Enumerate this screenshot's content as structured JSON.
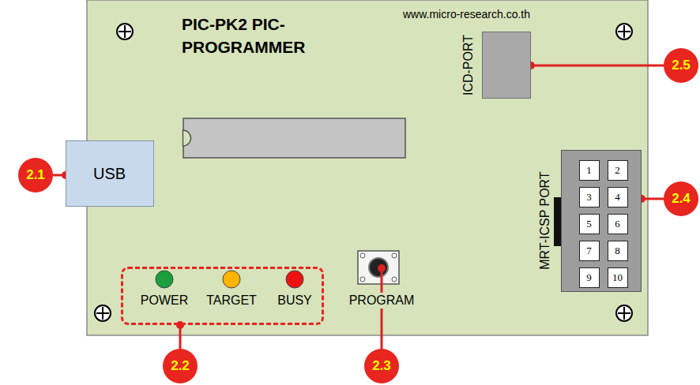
{
  "diagram": {
    "nodes": [
      {
        "text": [
          "PIC-PK2 PIC-PROGRAMMER",
          "www.micro-research.co.th"
        ]
      },
      {
        "text": [
          "ICD-PORT"
        ],
        "in": 0
      },
      {
        "text": [
          "2.5"
        ]
      },
      {
        "text": [
          "2.1"
        ]
      },
      {
        "text": [
          "USB"
        ],
        "in": 0
      },
      {
        "text": [
          "MRT-ICSP PORT"
        ],
        "in": 0
      },
      {
        "text": [
          "1"
        ],
        "in": 5
      },
      {
        "text": [
          "2"
        ],
        "in": 5
      },
      {
        "text": [
          "3"
        ],
        "in": 5
      },
      {
        "text": [
          "4"
        ],
        "in": 5
      },
      {
        "text": [
          "5"
        ],
        "in": 5
      },
      {
        "text": [
          "6"
        ],
        "in": 5
      },
      {
        "text": [
          "7"
        ],
        "in": 5
      },
      {
        "text": [
          "8"
        ],
        "in": 5
      },
      {
        "text": [
          "9"
        ],
        "in": 5
      },
      {
        "text": [
          "10"
        ],
        "in": 5
      },
      {
        "text": [
          "2.4"
        ]
      },
      {
        "text": [
          "POWER",
          "TARGET",
          "BUSY"
        ],
        "in": 0
      },
      {
        "text": [
          "2.2"
        ]
      },
      {
        "text": [
          "2.3"
        ]
      }
    ],
    "edges": [
      {
        "from": 2,
        "to": 1,
        "arrow": "none"
      },
      {
        "from": 3,
        "to": 4,
        "arrow": "none"
      },
      {
        "from": 16,
        "to": 5,
        "arrow": "none"
      },
      {
        "from": 18,
        "to": 17,
        "arrow": "none"
      }
    ],
    "labels": [
      "PROGRAM"
    ]
  }
}
